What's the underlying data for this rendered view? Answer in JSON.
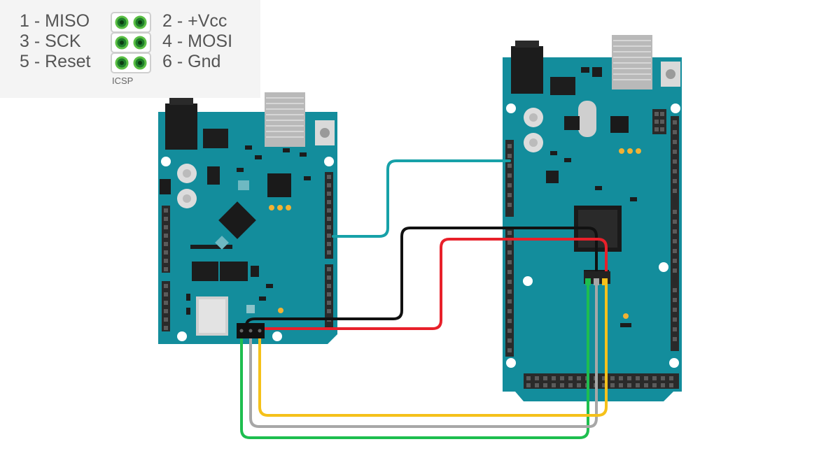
{
  "legend": {
    "left_labels": [
      "1 - MISO",
      "3 - SCK",
      "5 - Reset"
    ],
    "right_labels": [
      "2 - +Vcc",
      "4 - MOSI",
      "6 - Gnd"
    ],
    "header_caption": "ICSP"
  },
  "colors": {
    "board": "#138d9c",
    "board_dark": "#0e6f7b",
    "wire_teal": "#17a1a8",
    "wire_black": "#111111",
    "wire_red": "#e8202a",
    "wire_green": "#1ebe4f",
    "wire_gray": "#a7a7a7",
    "wire_yellow": "#f5c11a"
  },
  "boards": [
    {
      "name": "arduino-uno-programmer"
    },
    {
      "name": "arduino-mega-target"
    }
  ],
  "wires": [
    {
      "name": "teal-wire",
      "color": "wire_teal"
    },
    {
      "name": "black-wire",
      "color": "wire_black"
    },
    {
      "name": "red-wire",
      "color": "wire_red"
    },
    {
      "name": "green-wire",
      "color": "wire_green"
    },
    {
      "name": "gray-wire",
      "color": "wire_gray"
    },
    {
      "name": "yellow-wire",
      "color": "wire_yellow"
    }
  ]
}
